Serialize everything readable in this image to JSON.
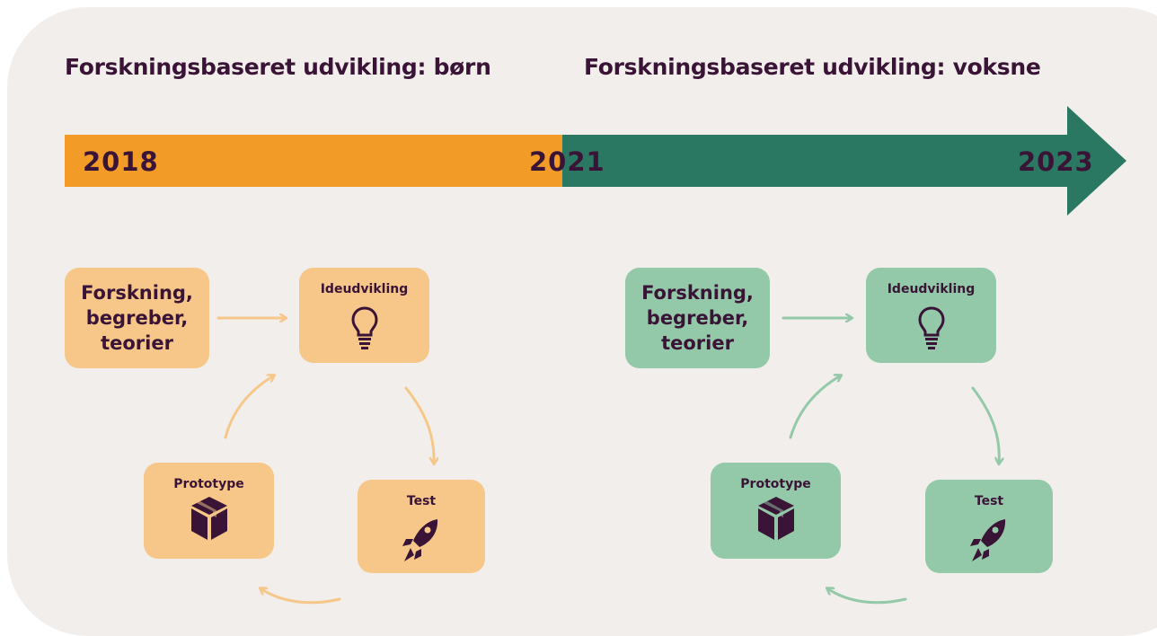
{
  "headings": {
    "left": "Forskningsbaseret udvikling: børn",
    "right": "Forskningsbaseret udvikling: voksne"
  },
  "timeline": {
    "years": [
      "2018",
      "2021",
      "2023"
    ],
    "colors": {
      "orange": "#f29b26",
      "green": "#2a7762"
    }
  },
  "cycles": [
    {
      "theme": "orange",
      "colors": {
        "box": "#f6c788",
        "arrow": "#f6c788"
      },
      "research_label": "Forskning,\nbegreber,\nteorier",
      "idea_label": "Ideudvikling",
      "test_label": "Test",
      "prototype_label": "Prototype",
      "icons": {
        "idea": "lightbulb-icon",
        "test": "rocket-icon",
        "prototype": "box-icon"
      }
    },
    {
      "theme": "green",
      "colors": {
        "box": "#93c9a8",
        "arrow": "#93c9a8"
      },
      "research_label": "Forskning,\nbegreber,\nteorier",
      "idea_label": "Ideudvikling",
      "test_label": "Test",
      "prototype_label": "Prototype",
      "icons": {
        "idea": "lightbulb-icon",
        "test": "rocket-icon",
        "prototype": "box-icon"
      }
    }
  ]
}
